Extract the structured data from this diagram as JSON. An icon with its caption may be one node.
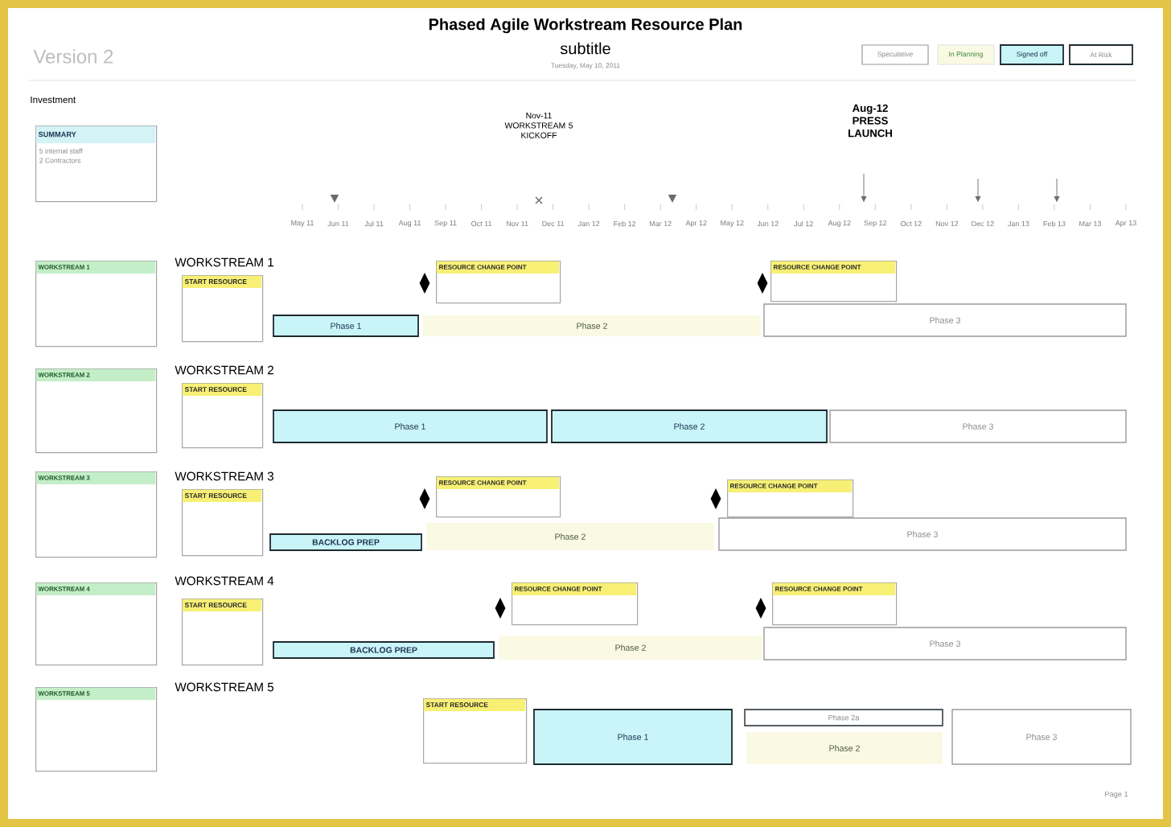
{
  "diagram": {
    "title": "Phased Agile Workstream Resource Plan",
    "nodes": [
      {
        "text": [
          "SUMMARY",
          "5 internal staff",
          "2 Contractors"
        ]
      },
      {
        "text": [
          "WORKSTREAM 1"
        ]
      },
      {
        "text": [
          "START RESOURCE"
        ]
      },
      {
        "text": [
          "RESOURCE CHANGE POINT"
        ]
      },
      {
        "text": [
          "RESOURCE CHANGE POINT"
        ]
      },
      {
        "text": [
          "Phase 1"
        ]
      },
      {
        "text": [
          "Phase 2"
        ]
      },
      {
        "text": [
          "Phase 3"
        ]
      },
      {
        "text": [
          "WORKSTREAM 2"
        ]
      },
      {
        "text": [
          "START RESOURCE"
        ]
      },
      {
        "text": [
          "Phase 1"
        ]
      },
      {
        "text": [
          "Phase 2"
        ]
      },
      {
        "text": [
          "Phase 3"
        ]
      },
      {
        "text": [
          "WORKSTREAM 3"
        ]
      },
      {
        "text": [
          "START RESOURCE"
        ]
      },
      {
        "text": [
          "RESOURCE CHANGE POINT"
        ]
      },
      {
        "text": [
          "RESOURCE CHANGE POINT"
        ]
      },
      {
        "text": [
          "BACKLOG PREP"
        ]
      },
      {
        "text": [
          "Phase 2"
        ]
      },
      {
        "text": [
          "Phase 3"
        ]
      },
      {
        "text": [
          "WORKSTREAM 4"
        ]
      },
      {
        "text": [
          "START RESOURCE"
        ]
      },
      {
        "text": [
          "RESOURCE CHANGE POINT"
        ]
      },
      {
        "text": [
          "RESOURCE CHANGE POINT"
        ]
      },
      {
        "text": [
          "BACKLOG PREP"
        ]
      },
      {
        "text": [
          "Phase 2"
        ]
      },
      {
        "text": [
          "Phase 3"
        ]
      },
      {
        "text": [
          "WORKSTREAM 5"
        ]
      },
      {
        "text": [
          "START RESOURCE"
        ]
      },
      {
        "text": [
          "Phase 1"
        ]
      },
      {
        "text": [
          "Phase 2a"
        ]
      },
      {
        "text": [
          "Phase 2"
        ]
      },
      {
        "text": [
          "Phase 3"
        ]
      }
    ],
    "labels": [
      "Version 2",
      "subtitle",
      "Tuesday, May 10, 2011",
      "Investment",
      "Nov-11 WORKSTREAM 5 KICKOFF",
      "Aug-12 PRESS LAUNCH",
      "May 11",
      "Jun 11",
      "Jul 11",
      "Aug 11",
      "Sep 11",
      "Oct 11",
      "Nov 11",
      "Dec 11",
      "Jan 12",
      "Feb 12",
      "Mar 12",
      "Apr 12",
      "May 12",
      "Jun 12",
      "Jul 12",
      "Aug 12",
      "Sep 12",
      "Oct 12",
      "Nov 12",
      "Dec 12",
      "Jan 13",
      "Feb 13",
      "Mar 13",
      "Apr 13",
      "WORKSTREAM 1",
      "WORKSTREAM 2",
      "WORKSTREAM 3",
      "WORKSTREAM 4",
      "WORKSTREAM 5",
      "Page 1"
    ],
    "legend": [
      {
        "text": "Speculative"
      },
      {
        "text": "In Planning",
        "color": "#fafae4"
      },
      {
        "text": "Signed off",
        "color": "#c9f5f8"
      },
      {
        "text": "At Risk"
      }
    ]
  }
}
